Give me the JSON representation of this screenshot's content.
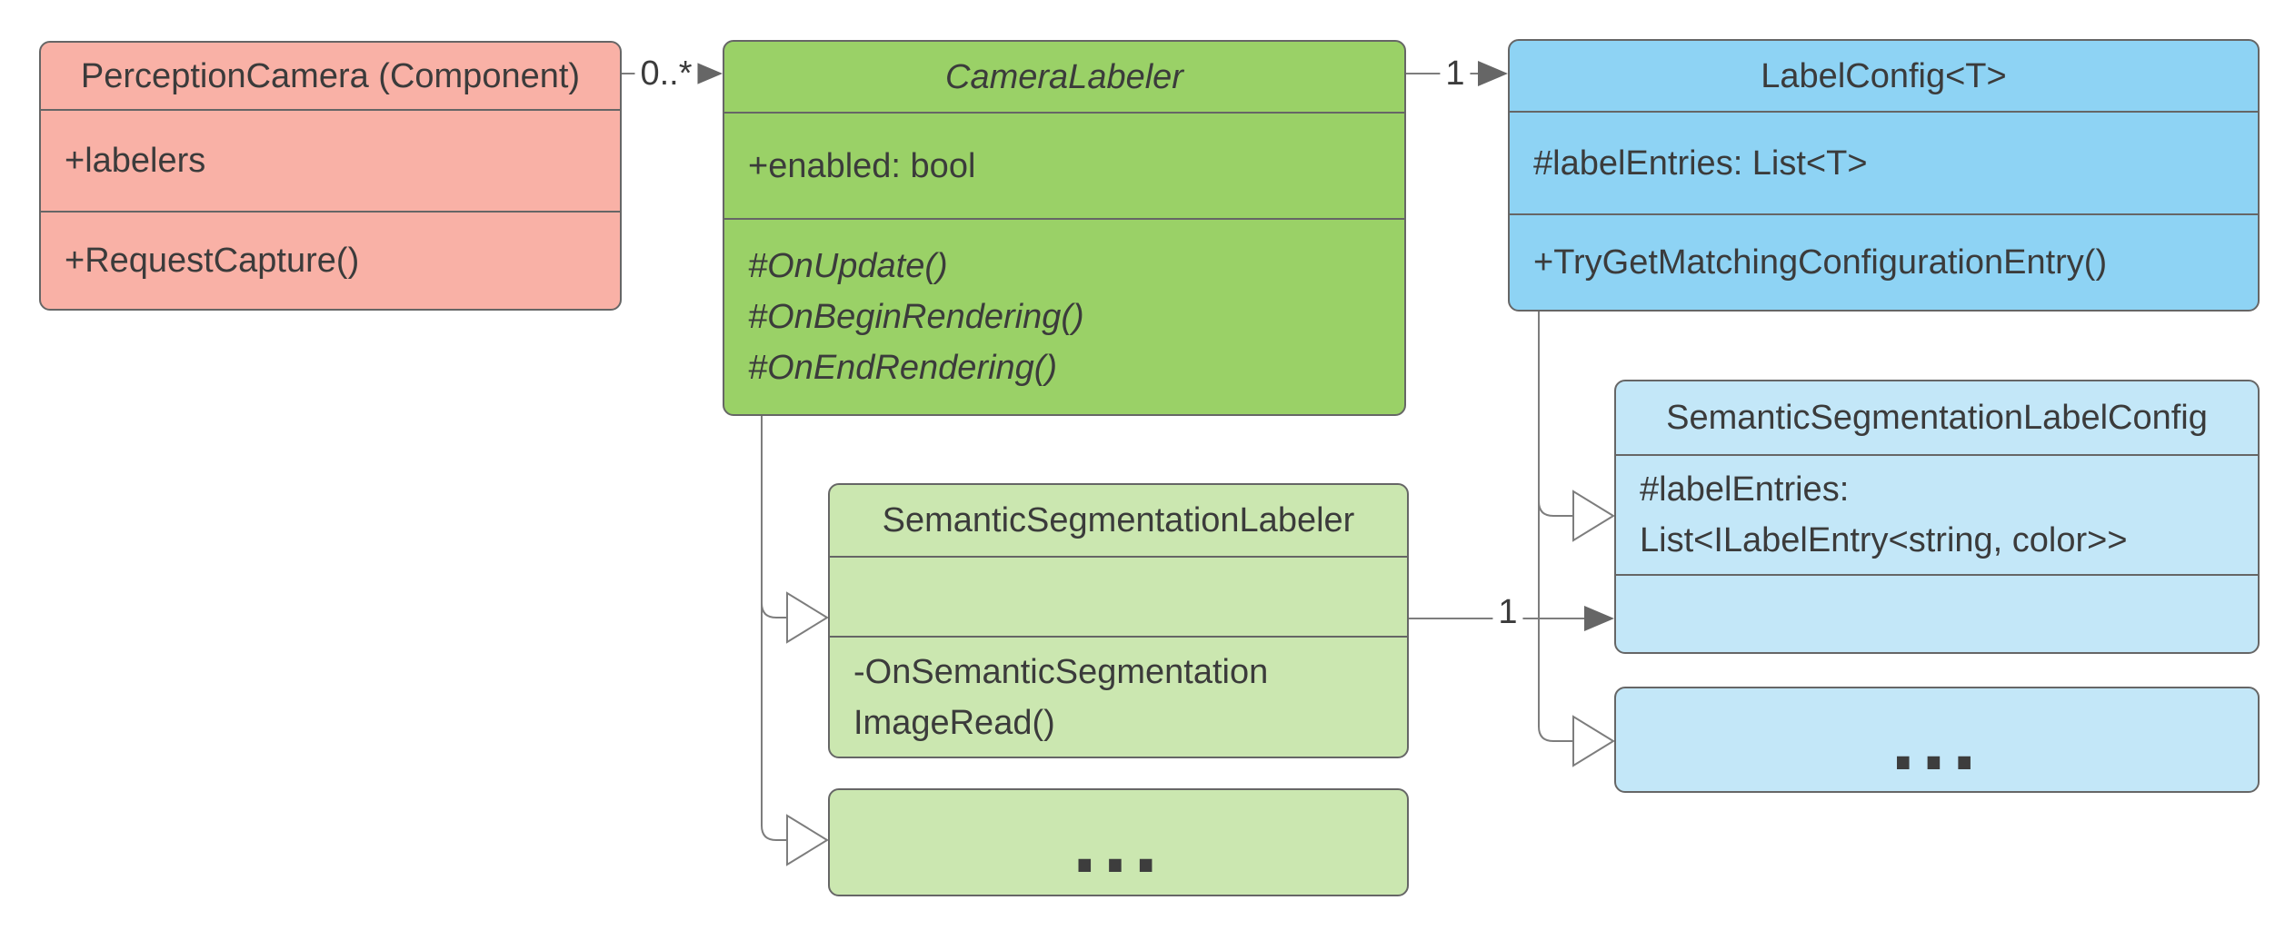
{
  "canvas": {
    "background": "#ffffff"
  },
  "palette": {
    "salmon_fill": "#f9b1a6",
    "green_fill": "#9ad167",
    "light_green_fill": "#cbe7b0",
    "blue_fill": "#8ed3f4",
    "light_blue_fill": "#c3e7f8",
    "box_stroke": "#666666",
    "wire_stroke": "#7d7d7d",
    "arrow_fill": "#666666",
    "text": "#3b3b3b"
  },
  "classes": {
    "perception_camera": {
      "title": "PerceptionCamera (Component)",
      "attributes": "+labelers",
      "methods": "+RequestCapture()"
    },
    "camera_labeler": {
      "title": "CameraLabeler",
      "attributes": "+enabled: bool",
      "methods": "#OnUpdate()\n#OnBeginRendering()\n#OnEndRendering()"
    },
    "label_config": {
      "title": "LabelConfig<T>",
      "attributes": "#labelEntries: List<T>",
      "methods": "+TryGetMatchingConfigurationEntry()"
    },
    "semantic_segmentation_labeler": {
      "title": "SemanticSegmentationLabeler",
      "methods": "-OnSemanticSegmentation\nImageRead()"
    },
    "semantic_segmentation_label_config": {
      "title": "SemanticSegmentationLabelConfig",
      "attributes": "#labelEntries:\nList<ILabelEntry<string, color>>"
    },
    "labeler_subclass_ellipsis": {
      "label": "..."
    },
    "config_subclass_ellipsis": {
      "label": "..."
    }
  },
  "connectors": {
    "perception_to_labeler": {
      "multiplicity": "0..*"
    },
    "labeler_to_config": {
      "multiplicity": "1"
    },
    "seglabeler_to_segconfig": {
      "multiplicity": "1"
    }
  }
}
